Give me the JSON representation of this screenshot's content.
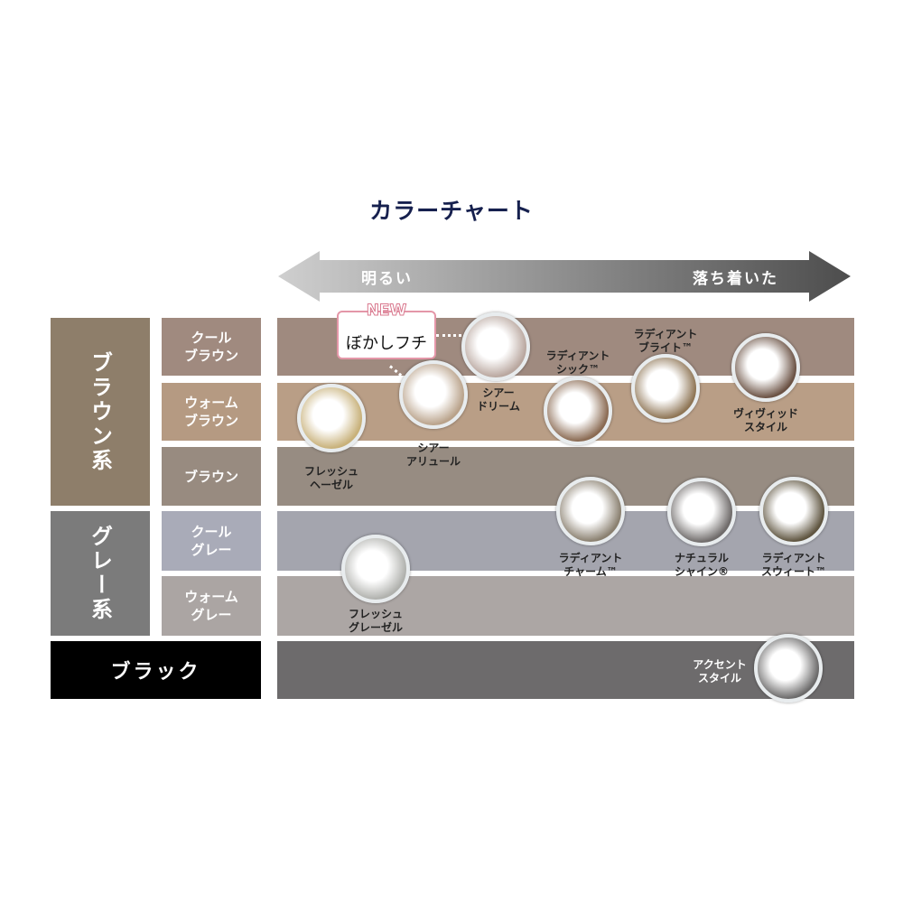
{
  "title": "カラーチャート",
  "arrow": {
    "left_label": "明るい",
    "right_label": "落ち着いた"
  },
  "groups": [
    {
      "label": "ブラウン系",
      "color": "#8e7e6a"
    },
    {
      "label": "グレー系",
      "color": "#7b7b7b"
    },
    {
      "label": "ブラック",
      "color": "#000000"
    }
  ],
  "rows": [
    {
      "label": "クール\nブラウン",
      "label_color": "#a08a7f",
      "band_color": "#9f8a7f"
    },
    {
      "label": "ウォーム\nブラウン",
      "label_color": "#b59a82",
      "band_color": "#b99e86"
    },
    {
      "label": "ブラウン",
      "label_color": "#988b80",
      "band_color": "#978c82"
    },
    {
      "label": "クール\nグレー",
      "label_color": "#a9abb8",
      "band_color": "#a4a5ae"
    },
    {
      "label": "ウォーム\nグレー",
      "label_color": "#aba5a3",
      "band_color": "#aca6a4"
    },
    {
      "label": "ブラック",
      "label_color": "#000000",
      "band_color": "#6d6b6c"
    }
  ],
  "badge": {
    "tag": "NEW",
    "text": "ぼかしフチ"
  },
  "lenses": [
    {
      "name": "シアー\nドリーム",
      "ring": "#b9a79f",
      "inner": "#ffffff"
    },
    {
      "name": "シアー\nアリュール",
      "ring": "#b9a28a",
      "inner": "#ffffff"
    },
    {
      "name": "フレッシュ\nヘーゼル",
      "ring": "#c8b17a",
      "inner": "#ffffff"
    },
    {
      "name": "ラディアント\nシック™",
      "ring": "#8a6a52",
      "inner": "#ffffff"
    },
    {
      "name": "ラディアント\nブライト™",
      "ring": "#8f7656",
      "inner": "#ffffff"
    },
    {
      "name": "ヴィヴィッド\nスタイル",
      "ring": "#6b5244",
      "inner": "#ffffff"
    },
    {
      "name": "ラディアント\nチャーム™",
      "ring": "#8a8070",
      "inner": "#ffffff"
    },
    {
      "name": "ナチュラル\nシャイン®",
      "ring": "#6f6b6a",
      "inner": "#ffffff"
    },
    {
      "name": "ラディアント\nスウィート™",
      "ring": "#5f5540",
      "inner": "#ffffff"
    },
    {
      "name": "フレッシュ\nグレーゼル",
      "ring": "#b0b1ad",
      "inner": "#ffffff"
    },
    {
      "name": "アクセント\nスタイル",
      "ring": "#6b6a6a",
      "inner": "#ffffff"
    }
  ]
}
